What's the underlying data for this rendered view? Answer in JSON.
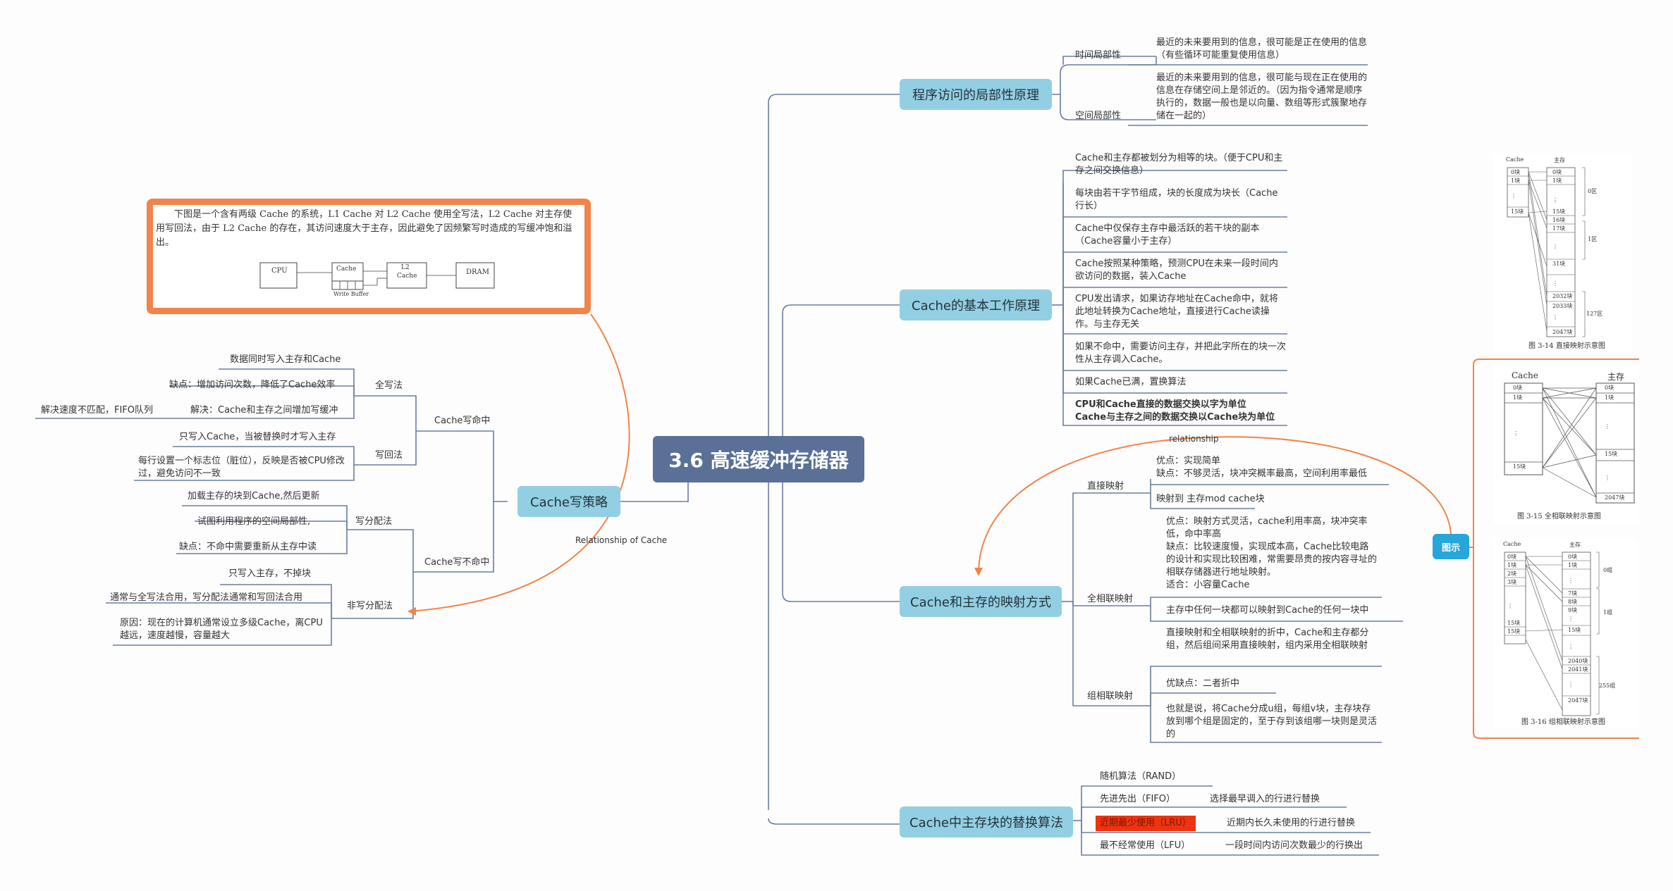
{
  "central": "3.6 高速缓冲存储器",
  "branches": {
    "locality": {
      "title": "程序访问的局部性原理",
      "time_label": "时间局部性",
      "time_desc": "最近的未来要用到的信息，很可能是正在使用的信息（有些循环可能重复使用信息）",
      "space_label": "空间局部性",
      "space_desc": "最近的未来要用到的信息，很可能与现在正在使用的信息在存储空间上是邻近的。（因为指令通常是顺序执行的，数据一般也是以向量、数组等形式簇聚地存储在一起的）"
    },
    "basic": {
      "title": "Cache的基本工作原理",
      "items": [
        "Cache和主存都被划分为相等的块。（便于CPU和主存之间交换信息）",
        "每块由若干字节组成，块的长度成为块长（Cache行长）",
        "Cache中仅保存主存中最活跃的若干块的副本（Cache容量小于主存）",
        "Cache按照某种策略，预测CPU在未来一段时间内欲访问的数据，装入Cache",
        "CPU发出请求，如果访存地址在Cache命中，就将此地址转换为Cache地址，直接进行Cache读操作。与主存无关",
        "如果不命中，需要访问主存，并把此字所在的块一次性从主存调入Cache。",
        "如果Cache已满，置换算法"
      ],
      "bold_lines": [
        "CPU和Cache直接的数据交换以字为单位",
        "Cache与主存之间的数据交换以Cache块为单位"
      ]
    },
    "mapping": {
      "title": "Cache和主存的映射方式",
      "relationship": "relationship",
      "direct_label": "直接映射",
      "direct_pros": "优点：实现简单",
      "direct_cons": "缺点：不够灵活，块冲突概率最高，空间利用率最低",
      "direct_map": "映射到 主存mod cache块",
      "full_label": "全相联映射",
      "full_desc": "优点：映射方式灵活，cache利用率高，块冲突率低，命中率高\n缺点：比较速度慢，实现成本高，Cache比较电路的设计和实现比较困难，常需要昂贵的按内容寻址的相联存储器进行地址映射。\n适合：小容量Cache",
      "full_map": "主存中任何一块都可以映射到Cache的任何一块中",
      "set_desc": "直接映射和全相联映射的折中，Cache和主存都分组，然后组间采用直接映射，组内采用全相联映射",
      "set_label": "组相联映射",
      "set_pros": "优缺点：二者折中",
      "set_detail": "也就是说，将Cache分成u组，每组v块，主存块存放到哪个组是固定的，至于存到该组哪一块则是灵活的",
      "illustration": "图示"
    },
    "replace": {
      "title": "Cache中主存块的替换算法",
      "rand": "随机算法（RAND）",
      "fifo": "先进先出（FIFO）",
      "fifo_desc": "选择最早调入的行进行替换",
      "lru": "近期最少使用（LRU）",
      "lru_desc": "近期内长久未使用的行进行替换",
      "lfu": "最不经常使用（LFU）",
      "lfu_desc": "一段时间内访问次数最少的行换出"
    },
    "write": {
      "title": "Cache写策略",
      "relationship": "Relationship of Cache",
      "hit": "Cache写命中",
      "write_through": "全写法",
      "wt_1": "数据同时写入主存和Cache",
      "wt_2": "缺点：增加访问次数，降低了Cache效率",
      "wt_3": "解决：Cache和主存之间增加写缓冲",
      "wt_4": "解决速度不匹配，FIFO队列",
      "write_back": "写回法",
      "wb_1": "只写入Cache，当被替换时才写入主存",
      "wb_2": "每行设置一个标志位（脏位），反映是否被CPU修改过，避免访问不一致",
      "miss": "Cache写不命中",
      "write_alloc": "写分配法",
      "wa_1": "加载主存的块到Cache,然后更新",
      "wa_2": "试图利用程序的空间局部性,",
      "wa_3": "缺点：不命中需要重新从主存中读",
      "no_write_alloc": "非写分配法",
      "nwa_1": "只写入主存，不掉块",
      "nwa_2": "通常与全写法合用，写分配法通常和写回法合用",
      "nwa_3": "原因：现在的计算机通常设立多级Cache，离CPU越远，速度越慢，容量越大"
    }
  },
  "note": {
    "text": "下图是一个含有两级 Cache 的系统，L1 Cache 对 L2 Cache 使用全写法，L2 Cache 对主存使用写回法，由于 L2 Cache 的存在，其访问速度大于主存，因此避免了因频繁写时造成的写缓冲饱和溢出。",
    "cpu": "CPU",
    "cache": "Cache",
    "l2": "L2",
    "l2b": "Cache",
    "dram": "DRAM",
    "wbuf": "Write Buffer"
  },
  "figures": {
    "fig314": {
      "caption": "图 3-14  直接映射示意图",
      "cache": "Cache",
      "main": "主存",
      "left": [
        "0块",
        "1块",
        "⋮",
        "15块"
      ],
      "right": [
        "0块",
        "1块",
        "⋮",
        "15块",
        "16块",
        "17块",
        "⋮",
        "31块",
        "⋮",
        "2032块",
        "2033块",
        "⋮",
        "2047块"
      ],
      "zones": [
        "0区",
        "1区",
        "127区"
      ]
    },
    "fig315": {
      "caption": "图 3-15  全相联映射示意图",
      "cache": "Cache",
      "main": "主存",
      "left": [
        "0块",
        "1块",
        "⋮",
        "15块"
      ],
      "right": [
        "0块",
        "1块",
        "⋮",
        "15块",
        "⋮",
        "2047块"
      ]
    },
    "fig316": {
      "caption": "图 3-16  组相联映射示意图",
      "cache": "Cache",
      "main": "主存",
      "left": [
        "0块",
        "1块",
        "2块",
        "3块",
        "⋮",
        "15块",
        "15块"
      ],
      "right": [
        "0块",
        "1块",
        "⋮",
        "7块",
        "8块",
        "9块",
        "⋮",
        "15块",
        "⋮",
        "2040块",
        "2041块",
        "⋮",
        "2047块"
      ],
      "zones": [
        "0组",
        "1组",
        "255组"
      ]
    }
  },
  "colors": {
    "line": "#5a7096",
    "orange": "#f0844a",
    "node": "#93cfe3",
    "central": "#5a7096",
    "badge": "#26a6d9",
    "highlight": "#ee3311"
  }
}
